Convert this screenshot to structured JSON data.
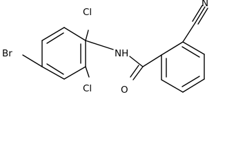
{
  "molecule": {
    "atoms": {
      "br": "Br",
      "cl_top": "Cl",
      "cl_bottom": "Cl",
      "nh": "NH",
      "o": "O",
      "n_nitrile": "N"
    }
  }
}
